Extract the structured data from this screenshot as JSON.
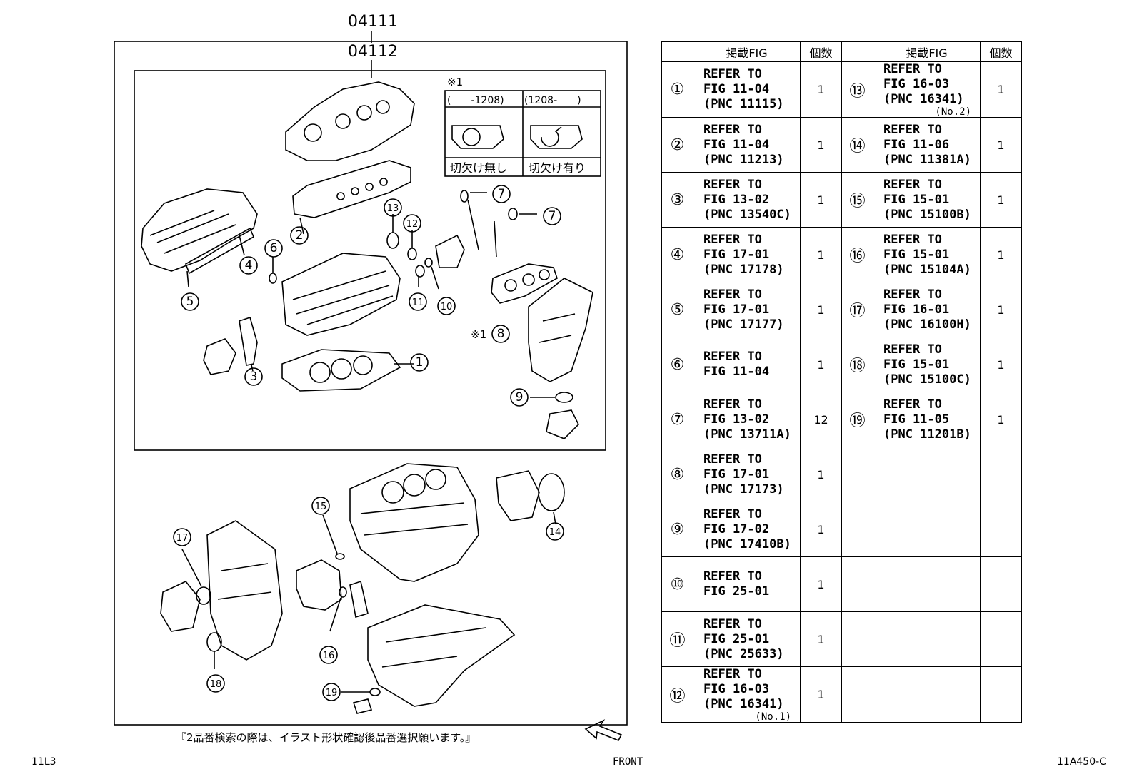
{
  "kit_numbers": {
    "outer": "04111",
    "inner": "04112"
  },
  "variant_box": {
    "mark": "※1",
    "col1_range": "(　　-1208)",
    "col2_range": "(1208-　　)",
    "col1_label": "切欠け無し",
    "col2_label": "切欠け有り"
  },
  "callouts": {
    "c1": "1",
    "c2": "2",
    "c3": "3",
    "c4": "4",
    "c5": "5",
    "c6": "6",
    "c7a": "7",
    "c7b": "7",
    "c8": "8",
    "c8_mark": "※1",
    "c9": "9",
    "c10": "10",
    "c11": "11",
    "c12": "12",
    "c13": "13",
    "c14": "14",
    "c15": "15",
    "c16": "16",
    "c17": "17",
    "c18": "18",
    "c19": "19"
  },
  "note": "『2品番検索の際は、イラスト形状確認後品番選択願います。』",
  "front_label": "FRONT",
  "page_left": "11L3",
  "page_right": "11A450-C",
  "table": {
    "headers": {
      "fig": "掲載FIG",
      "qty": "個数"
    },
    "rows": [
      {
        "left": {
          "no": "①",
          "ref": "REFER TO\nFIG 11-04\n(PNC 11115)",
          "sub": "",
          "qty": "1"
        },
        "right": {
          "no": "⑬",
          "ref": "REFER TO\nFIG 16-03\n(PNC 16341)",
          "sub": "(No.2)",
          "qty": "1"
        }
      },
      {
        "left": {
          "no": "②",
          "ref": "REFER TO\nFIG 11-04\n(PNC 11213)",
          "sub": "",
          "qty": "1"
        },
        "right": {
          "no": "⑭",
          "ref": "REFER TO\nFIG 11-06\n(PNC 11381A)",
          "sub": "",
          "qty": "1"
        }
      },
      {
        "left": {
          "no": "③",
          "ref": "REFER TO\nFIG 13-02\n(PNC 13540C)",
          "sub": "",
          "qty": "1"
        },
        "right": {
          "no": "⑮",
          "ref": "REFER TO\nFIG 15-01\n(PNC 15100B)",
          "sub": "",
          "qty": "1"
        }
      },
      {
        "left": {
          "no": "④",
          "ref": "REFER TO\nFIG 17-01\n(PNC 17178)",
          "sub": "",
          "qty": "1"
        },
        "right": {
          "no": "⑯",
          "ref": "REFER TO\nFIG 15-01\n(PNC 15104A)",
          "sub": "",
          "qty": "1"
        }
      },
      {
        "left": {
          "no": "⑤",
          "ref": "REFER TO\nFIG 17-01\n(PNC 17177)",
          "sub": "",
          "qty": "1"
        },
        "right": {
          "no": "⑰",
          "ref": "REFER TO\nFIG 16-01\n(PNC 16100H)",
          "sub": "",
          "qty": "1"
        }
      },
      {
        "left": {
          "no": "⑥",
          "ref": "REFER TO\nFIG 11-04",
          "sub": "",
          "qty": "1"
        },
        "right": {
          "no": "⑱",
          "ref": "REFER TO\nFIG 15-01\n(PNC 15100C)",
          "sub": "",
          "qty": "1"
        }
      },
      {
        "left": {
          "no": "⑦",
          "ref": "REFER TO\nFIG 13-02\n(PNC 13711A)",
          "sub": "",
          "qty": "12"
        },
        "right": {
          "no": "⑲",
          "ref": "REFER TO\nFIG 11-05\n(PNC 11201B)",
          "sub": "",
          "qty": "1"
        }
      },
      {
        "left": {
          "no": "⑧",
          "ref": "REFER TO\nFIG 17-01\n(PNC 17173)",
          "sub": "",
          "qty": "1"
        },
        "right": {
          "no": "",
          "ref": "",
          "sub": "",
          "qty": ""
        }
      },
      {
        "left": {
          "no": "⑨",
          "ref": "REFER TO\nFIG 17-02\n(PNC 17410B)",
          "sub": "",
          "qty": "1"
        },
        "right": {
          "no": "",
          "ref": "",
          "sub": "",
          "qty": ""
        }
      },
      {
        "left": {
          "no": "⑩",
          "ref": "REFER TO\nFIG 25-01",
          "sub": "",
          "qty": "1"
        },
        "right": {
          "no": "",
          "ref": "",
          "sub": "",
          "qty": ""
        }
      },
      {
        "left": {
          "no": "⑪",
          "ref": "REFER TO\nFIG 25-01\n(PNC 25633)",
          "sub": "",
          "qty": "1"
        },
        "right": {
          "no": "",
          "ref": "",
          "sub": "",
          "qty": ""
        }
      },
      {
        "left": {
          "no": "⑫",
          "ref": "REFER TO\nFIG 16-03\n(PNC 16341)",
          "sub": "(No.1)",
          "qty": "1"
        },
        "right": {
          "no": "",
          "ref": "",
          "sub": "",
          "qty": ""
        }
      }
    ]
  }
}
